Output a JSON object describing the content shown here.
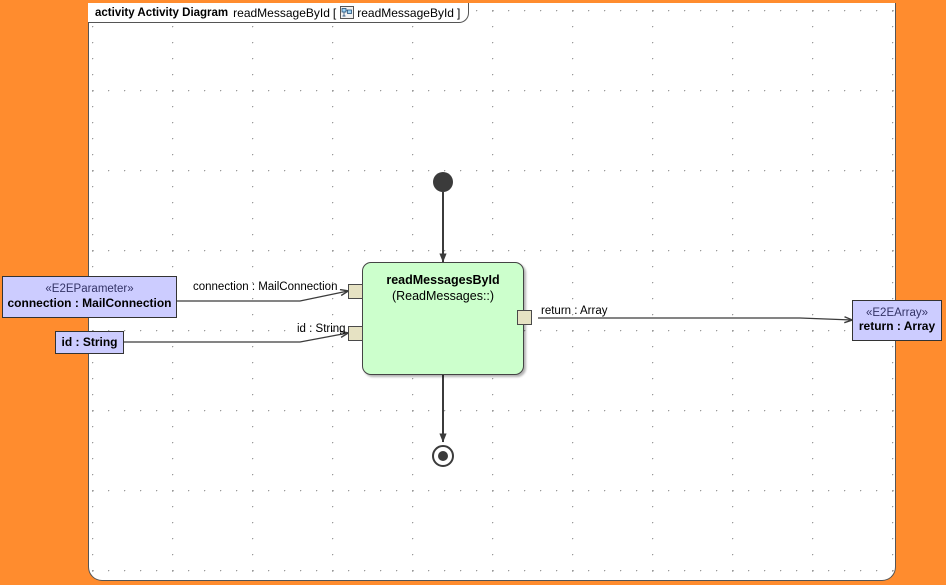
{
  "frame": {
    "keyword": "activity Activity Diagram",
    "name": "readMessageById",
    "bracket_open": "[",
    "icon": "activity-diagram-icon",
    "qualified_name": "readMessageById",
    "bracket_close": "]"
  },
  "nodes": {
    "initial": {
      "name": "initial-node"
    },
    "final": {
      "name": "activity-final-node"
    },
    "action": {
      "title": "readMessagesById",
      "subtitle": "(ReadMessages::)"
    },
    "param_connection": {
      "stereotype": "«E2EParameter»",
      "label": "connection : MailConnection"
    },
    "param_id": {
      "label": "id : String"
    },
    "param_return": {
      "stereotype": "«E2EArray»",
      "label": "return : Array"
    }
  },
  "pins": {
    "in_connection": "connection-input-pin",
    "in_id": "id-input-pin",
    "out_return": "return-output-pin"
  },
  "edges": [
    {
      "label": "connection : MailConnection"
    },
    {
      "label": "id : String"
    },
    {
      "label": "return : Array"
    }
  ],
  "colors": {
    "canvas_background": "#FF8C2E",
    "frame_fill": "#FFFFFF",
    "action_fill": "#CCFFCC",
    "parameter_fill": "#CCCCFF",
    "pin_fill": "#E6E2C3",
    "line": "#3B3B3B"
  }
}
